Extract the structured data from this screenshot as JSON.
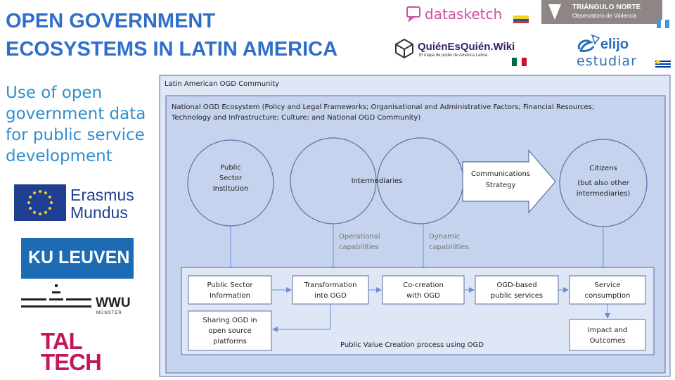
{
  "slide": {
    "title_line1": "OPEN GOVERNMENT",
    "title_line2": "ECOSYSTEMS IN LATIN AMERICA",
    "subtitle_lines": [
      "Use of open",
      "government data",
      "for public service",
      "development"
    ]
  },
  "logos": {
    "datasketch": "datasketch",
    "triangulo_line1": "TRIÁNGULO NORTE",
    "triangulo_line2": "Observatorio de Violencia",
    "quienesquien": "QuiénEsQuién.Wiki",
    "quienesquien_tag": "El mapa de poder de América Latina",
    "elijo": "elijo",
    "estudiar": "estudiar",
    "erasmus_line1": "Erasmus",
    "erasmus_line2": "Mundus",
    "kuleuven": "KU LEUVEN",
    "wwu": "WWU",
    "munster": "MÜNSTER",
    "taltech_line1": "TAL",
    "taltech_line2": "TECH"
  },
  "diagram": {
    "community_label": "Latin American OGD Community",
    "ecosystem_line1": "National OGD Ecosystem (Policy and Legal Frameworks; Organisational and Administrative Factors; Financial Resources;",
    "ecosystem_line2": "Technology and Infrastructure; Culture; and National OGD Community)",
    "circle_public_1": "Public",
    "circle_public_2": "Sector",
    "circle_public_3": "Institution",
    "circle_intermediaries": "Intermediaries",
    "comm_1": "Communications",
    "comm_2": "Strategy",
    "citizens_1": "Citizens",
    "citizens_2": "(but also other",
    "citizens_3": "intermediaries)",
    "operational_1": "Operational",
    "operational_2": "capabilities",
    "dynamic_1": "Dynamic",
    "dynamic_2": "capabilities",
    "box_psi_1": "Public Sector",
    "box_psi_2": "Information",
    "box_transform_1": "Transformation",
    "box_transform_2": "into OGD",
    "box_cocreation_1": "Co-creation",
    "box_cocreation_2": "with OGD",
    "box_services_1": "OGD-based",
    "box_services_2": "public services",
    "box_consumption_1": "Service",
    "box_consumption_2": "consumption",
    "box_sharing_1": "Sharing OGD in",
    "box_sharing_2": "open source",
    "box_sharing_3": "platforms",
    "box_impact_1": "Impact and",
    "box_impact_2": "Outcomes",
    "process_label": "Public Value Creation process using OGD"
  },
  "colors": {
    "title": "#2f6fc9",
    "subtitle": "#2f8fd0",
    "outer_fill": "#dfe6f5",
    "inner_fill": "#c5d3ee",
    "box_fill": "#ffffff",
    "stroke": "#5b6fa3",
    "arrow": "#6a8fd8"
  }
}
